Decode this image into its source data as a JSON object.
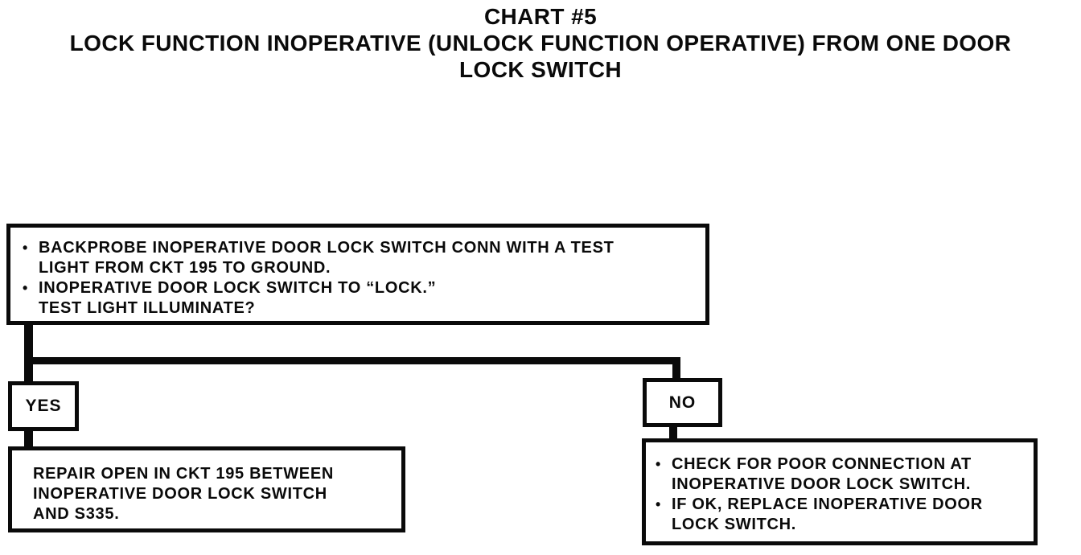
{
  "title": {
    "line1": "CHART #5",
    "line2": "LOCK FUNCTION INOPERATIVE (UNLOCK FUNCTION OPERATIVE) FROM ONE DOOR",
    "line3": "LOCK SWITCH"
  },
  "question_box": {
    "items": [
      {
        "bullet": "•",
        "lines": [
          "BACKPROBE INOPERATIVE DOOR LOCK SWITCH CONN WITH A TEST",
          "LIGHT FROM CKT 195 TO GROUND."
        ]
      },
      {
        "bullet": "•",
        "lines": [
          "INOPERATIVE DOOR LOCK SWITCH TO “LOCK.”",
          "TEST LIGHT ILLUMINATE?"
        ]
      }
    ]
  },
  "branches": {
    "yes_label": "YES",
    "no_label": "NO"
  },
  "yes_result": {
    "lines": [
      "REPAIR OPEN IN CKT 195 BETWEEN",
      "INOPERATIVE DOOR LOCK SWITCH",
      "AND S335."
    ]
  },
  "no_result": {
    "items": [
      {
        "bullet": "•",
        "lines": [
          "CHECK FOR POOR CONNECTION AT",
          "INOPERATIVE DOOR LOCK SWITCH."
        ]
      },
      {
        "bullet": "•",
        "lines": [
          "IF OK, REPLACE INOPERATIVE DOOR",
          "LOCK SWITCH."
        ]
      }
    ]
  },
  "colors": {
    "ink": "#0a0a0a",
    "paper": "#ffffff"
  }
}
